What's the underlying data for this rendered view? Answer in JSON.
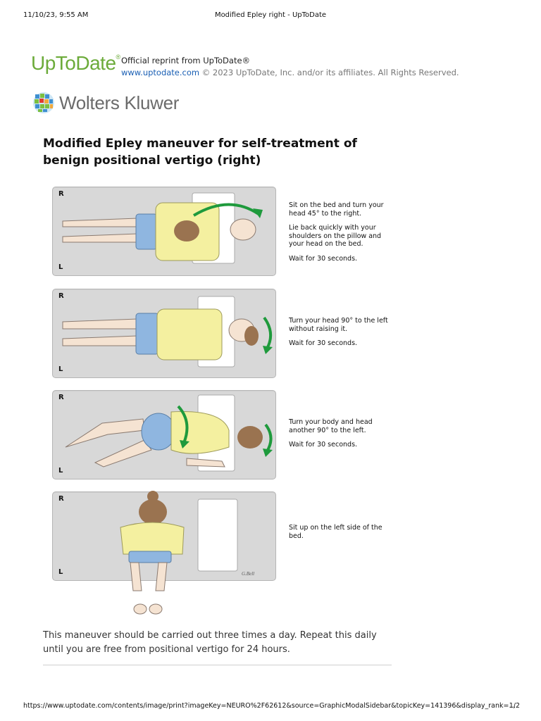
{
  "print_header": {
    "date": "11/10/23, 9:55 AM",
    "title": "Modified Epley right - UpToDate"
  },
  "brand": {
    "name": "UpToDate",
    "reg": "®"
  },
  "reprint": {
    "line1": "Official reprint from UpToDate®",
    "link": "www.uptodate.com",
    "copyright": "© 2023 UpToDate, Inc. and/or its affiliates. All Rights Reserved."
  },
  "publisher": {
    "name": "Wolters Kluwer"
  },
  "heading": "Modified Epley maneuver for self-treatment of benign positional vertigo (right)",
  "panels": [
    {
      "top_label": "R",
      "bottom_label": "L",
      "steps": [
        "Sit on the bed and turn your head 45° to the right.",
        "Lie back quickly with your shoulders on the pillow and your head on the bed.",
        "Wait for 30 seconds."
      ]
    },
    {
      "top_label": "R",
      "bottom_label": "L",
      "steps": [
        "Turn your head 90° to the left without raising it.",
        "Wait for 30 seconds."
      ]
    },
    {
      "top_label": "R",
      "bottom_label": "L",
      "steps": [
        "Turn your body and head another 90° to the left.",
        "Wait for 30 seconds."
      ]
    },
    {
      "top_label": "R",
      "bottom_label": "L",
      "steps": [
        "Sit up on the left side of the bed."
      ]
    }
  ],
  "artist_signature": "G.Bell",
  "colors": {
    "brand_green": "#6cab3a",
    "arrow_green": "#1e9a3c",
    "shirt": "#f4f0a0",
    "shorts": "#8fb6e0",
    "skin": "#f5e3d2",
    "hair": "#9a7350",
    "bed": "#d8d8d8"
  },
  "footer_note": "This maneuver should be carried out three times a day. Repeat this daily until you are free from positional vertigo for 24 hours.",
  "print_footer": {
    "url": "https://www.uptodate.com/contents/image/print?imageKey=NEURO%2F62612&source=GraphicModalSidebar&topicKey=141396&display_rank=…",
    "page": "1/2"
  }
}
